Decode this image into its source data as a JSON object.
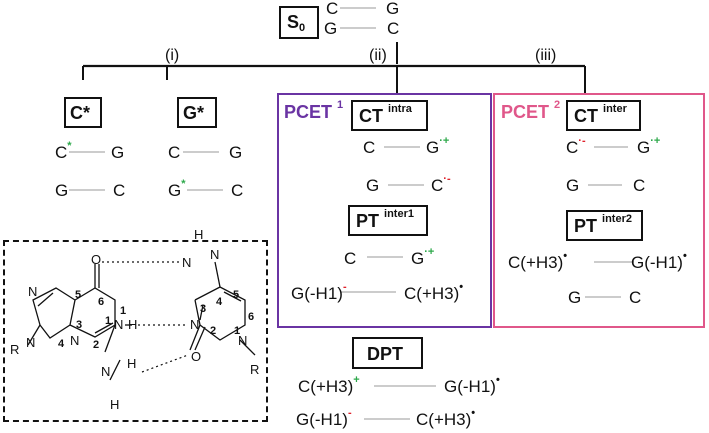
{
  "colors": {
    "green": "#2ca84a",
    "red": "#e0212b",
    "purple": "#6a34a3",
    "pink": "#e0578a"
  },
  "s0": {
    "label": "S",
    "sub": "0",
    "row1": [
      "C",
      "G"
    ],
    "row2": [
      "G",
      "C"
    ]
  },
  "branches": {
    "i": "(i)",
    "ii": "(ii)",
    "iii": "(iii)"
  },
  "cstar": {
    "label": "C*",
    "row1": [
      "C",
      "*",
      "G"
    ],
    "row2": [
      "G",
      "C"
    ]
  },
  "gstar": {
    "label": "G*",
    "row1": [
      "C",
      "G"
    ],
    "row2": [
      "G",
      "*",
      "C"
    ]
  },
  "pcet1": {
    "label": "PCET",
    "sup": "1"
  },
  "pcet2": {
    "label": "PCET",
    "sup": "2"
  },
  "ct_intra": {
    "label": "CT",
    "sup": "intra",
    "row1": [
      "C",
      "G",
      "·+"
    ],
    "row2": [
      "G",
      "C",
      "·-"
    ]
  },
  "pt_inter1": {
    "label": "PT",
    "sup": "inter1",
    "row1": [
      "C",
      "G",
      "·+"
    ],
    "row2": [
      "G(-H1)",
      "-",
      "C(+H3)",
      "•"
    ]
  },
  "ct_inter": {
    "label": "CT",
    "sup": "inter",
    "row1": [
      "C",
      "·-",
      "G",
      "·+"
    ],
    "row2": [
      "G",
      "C"
    ]
  },
  "pt_inter2": {
    "label": "PT",
    "sup": "inter2",
    "row1": [
      "C(+H3)",
      "•",
      "G(-H1)",
      "•"
    ],
    "row2": [
      "G",
      "C"
    ]
  },
  "dpt": {
    "label": "DPT",
    "row1": [
      "C(+H3)",
      "+",
      "G(-H1)",
      "•"
    ],
    "row2": [
      "G(-H1)",
      "-",
      "C(+H3)",
      "•"
    ]
  },
  "structure": {
    "atoms": [
      "N",
      "N",
      "N",
      "N",
      "O",
      "H",
      "N",
      "H",
      "N",
      "H",
      "H",
      "N",
      "N",
      "O",
      "N",
      "R",
      "R"
    ],
    "numbers": [
      "5",
      "6",
      "1",
      "3",
      "4",
      "2",
      "3",
      "4",
      "5",
      "6",
      "1",
      "2",
      "1"
    ]
  }
}
